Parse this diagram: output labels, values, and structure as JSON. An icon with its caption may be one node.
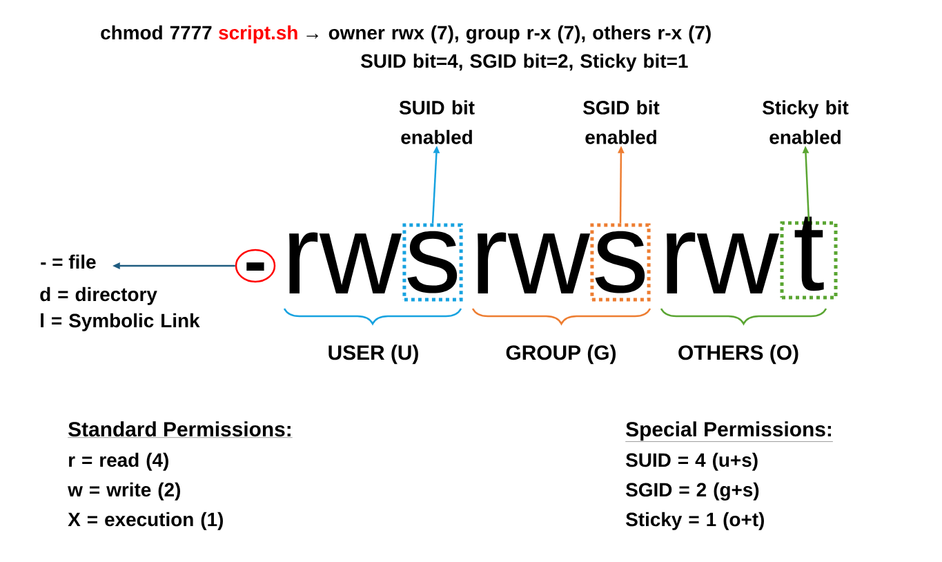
{
  "diagram": {
    "nodes": [
      {
        "text": [
          "-"
        ]
      },
      {
        "text": [
          "- = file"
        ]
      },
      {
        "text": [
          "s"
        ]
      },
      {
        "text": [
          "SUID bit enabled"
        ]
      },
      {
        "text": [
          "s"
        ]
      },
      {
        "text": [
          "SGID bit enabled"
        ]
      },
      {
        "text": [
          "t"
        ]
      },
      {
        "text": [
          "Sticky bit enabled"
        ]
      }
    ],
    "edges": [
      {
        "from": 0,
        "to": 1,
        "arrow": "to",
        "color": "#1f5c80"
      },
      {
        "from": 2,
        "to": 3,
        "arrow": "to",
        "color": "#17a2e0"
      },
      {
        "from": 4,
        "to": 5,
        "arrow": "to",
        "color": "#ed7d31"
      },
      {
        "from": 6,
        "to": 7,
        "arrow": "to",
        "color": "#5aa532"
      }
    ],
    "labels": [
      "chmod 7777",
      "script.sh",
      "→ owner rwx (7), group r-x (7), others r-x (7)",
      "SUID bit=4, SGID bit=2, Sticky bit=1",
      "d = directory",
      "l = Symbolic Link",
      "rw",
      "rw",
      "rw",
      "USER (U)",
      "GROUP (G)",
      "OTHERS (O)",
      "Standard Permissions:",
      "r = read (4)",
      "w = write (2)",
      "X = execution (1)",
      "Special Permissions:",
      "SUID = 4 (u+s)",
      "SGID = 2 (g+s)",
      "Sticky = 1 (o+t)"
    ]
  }
}
